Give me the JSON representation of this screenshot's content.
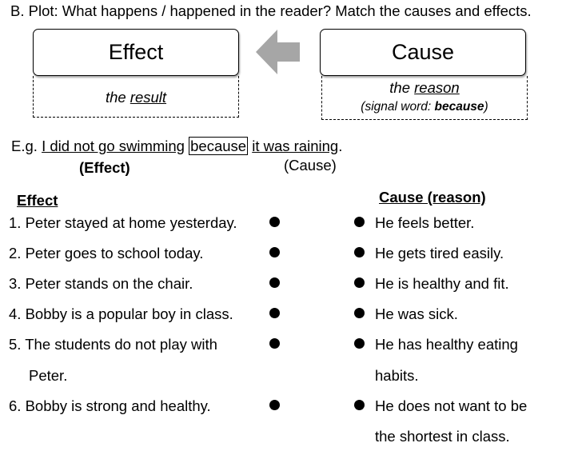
{
  "heading": "B.  Plot: What happens / happened in the reader? Match the causes and effects.",
  "diagram": {
    "effect_title": "Effect",
    "effect_sub_prefix": "the ",
    "effect_sub_word": "result",
    "cause_title": "Cause",
    "cause_sub_prefix": "the ",
    "cause_sub_word": "reason",
    "signal_prefix": "(signal word: ",
    "signal_word": "because",
    "signal_suffix": ")",
    "arrow_icon": "left-arrow-icon"
  },
  "example": {
    "prefix": "E.g. ",
    "effect_text": "I did not go swimming",
    "keyword": "because",
    "cause_text": "it was raining",
    "end": ".",
    "effect_label": "(Effect)",
    "cause_label": "(Cause)"
  },
  "effects_header": "Effect",
  "causes_header": "Cause (reason)",
  "effects": [
    {
      "num": "1.",
      "line1": "Peter stayed at home yesterday.",
      "line2": ""
    },
    {
      "num": "2.",
      "line1": "Peter goes to school today.",
      "line2": ""
    },
    {
      "num": "3.",
      "line1": "Peter stands on the chair.",
      "line2": ""
    },
    {
      "num": "4.",
      "line1": "Bobby is a popular boy in class.",
      "line2": ""
    },
    {
      "num": "5.",
      "line1": "The students do not play with",
      "line2": "Peter."
    },
    {
      "num": "6.",
      "line1": "Bobby is strong and healthy.",
      "line2": ""
    }
  ],
  "causes": [
    {
      "line1": "He feels better.",
      "line2": ""
    },
    {
      "line1": "He gets tired easily.",
      "line2": ""
    },
    {
      "line1": "He is healthy and fit.",
      "line2": ""
    },
    {
      "line1": "He was sick.",
      "line2": ""
    },
    {
      "line1": "He has healthy eating",
      "line2": "habits."
    },
    {
      "line1": "He does not want to be",
      "line2": "the shortest in class."
    }
  ]
}
